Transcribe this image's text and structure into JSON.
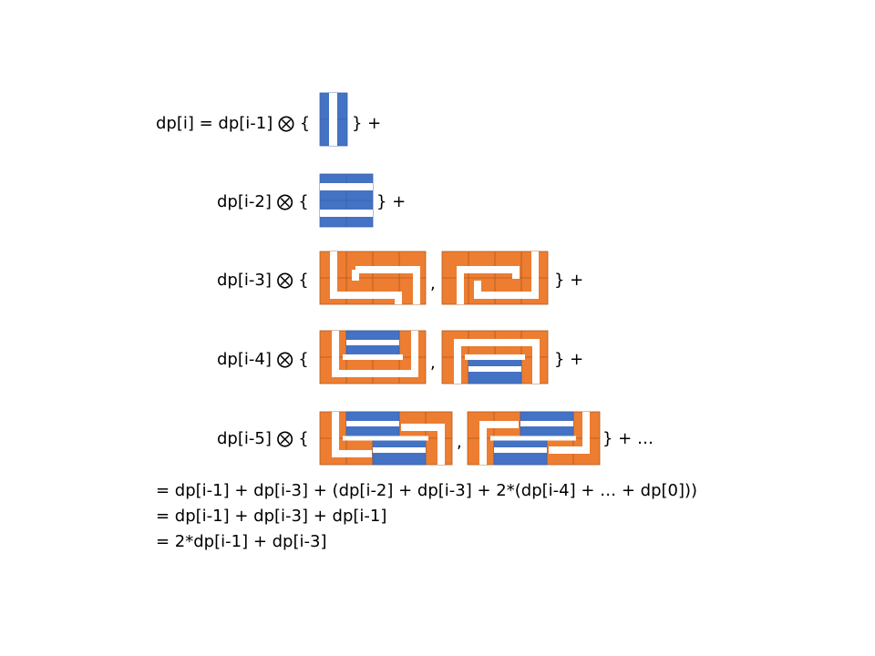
{
  "rows": [
    {
      "prefix": "dp[i] = dp[i-1] ⨂ {",
      "separator": "",
      "suffix": "} +"
    },
    {
      "prefix": "dp[i-2] ⨂ {",
      "separator": "",
      "suffix": "} +"
    },
    {
      "prefix": "dp[i-3] ⨂ {",
      "separator": ",",
      "suffix": "} +"
    },
    {
      "prefix": "dp[i-4] ⨂ {",
      "separator": ",",
      "suffix": "} +"
    },
    {
      "prefix": "dp[i-5] ⨂ {",
      "separator": ",",
      "suffix": "} + …"
    }
  ],
  "equations": [
    "= dp[i-1] + dp[i-3] + (dp[i-2] + dp[i-3] + 2*(dp[i-4] + … + dp[0]))",
    "= dp[i-1] + dp[i-3] + dp[i-1]",
    "= 2*dp[i-1] + dp[i-3]"
  ],
  "colors": {
    "vertical_domino": "#4472C4",
    "tromino": "#ED7D31",
    "background": "#FFFFFF"
  }
}
